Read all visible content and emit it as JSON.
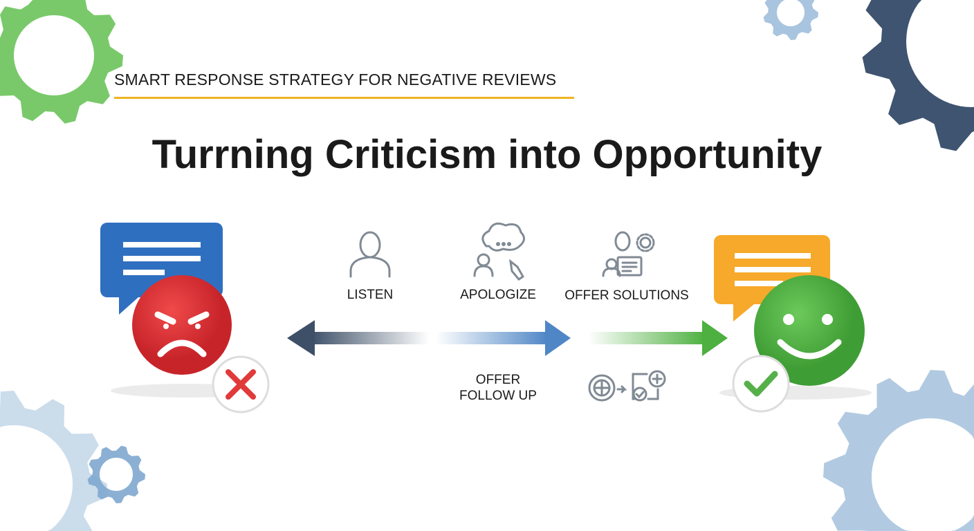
{
  "header": {
    "kicker": "SMART RESPONSE STRATEGY FOR NEGATIVE REVIEWS",
    "headline": "Turrning Criticism into Opportunity"
  },
  "steps": [
    {
      "label": "LISTEN",
      "icon": "person-icon"
    },
    {
      "label": "APOLOGIZE",
      "icon": "person-speech-bubble-icon"
    },
    {
      "label": "OFFER SOLUTIONS",
      "icon": "person-document-gear-icon"
    }
  ],
  "follow_up": {
    "line1": "OFFER",
    "line2": "FOLLOW UP",
    "icon": "globe-to-checklist-icon"
  },
  "colors": {
    "accent_gold": "#f0b323",
    "negative_red": "#e03a3a",
    "positive_green": "#56b04a",
    "bubble_blue": "#2f6fc0",
    "bubble_orange": "#f6a92a",
    "navy": "#3e5470",
    "light_blue": "#a9c4de",
    "gear_green": "#79c96a"
  }
}
